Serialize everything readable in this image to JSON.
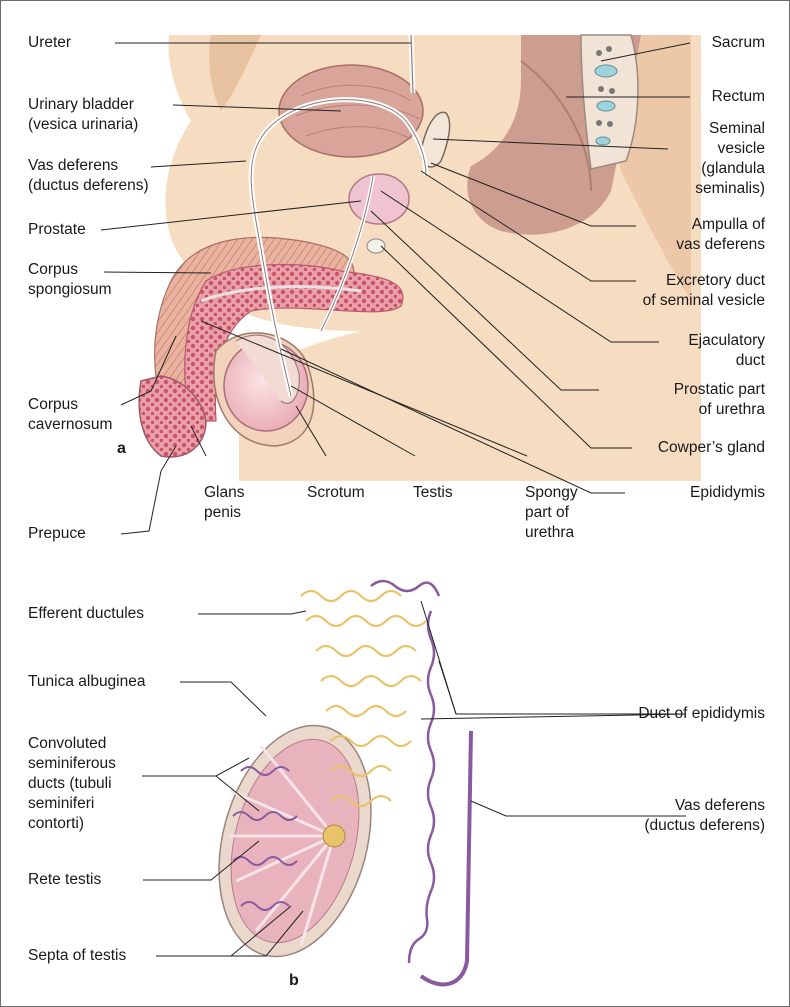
{
  "panel_a": {
    "letter": "a",
    "labels": {
      "ureter": "Ureter",
      "urinary_bladder": "Urinary bladder\n(vesica urinaria)",
      "vas_deferens": "Vas deferens\n(ductus deferens)",
      "prostate": "Prostate",
      "corpus_spongiosum": "Corpus\nspongiosum",
      "corpus_cavernosum": "Corpus\ncavernosum",
      "prepuce": "Prepuce",
      "glans_penis": "Glans\npenis",
      "scrotum": "Scrotum",
      "testis": "Testis",
      "spongy_urethra": "Spongy\npart of\nurethra",
      "sacrum": "Sacrum",
      "rectum": "Rectum",
      "seminal_vesicle": "Seminal\nvesicle\n(glandula\nseminalis)",
      "ampulla": "Ampulla of\nvas deferens",
      "excretory_duct": "Excretory duct\nof seminal vesicle",
      "ejaculatory_duct": "Ejaculatory\nduct",
      "prostatic_urethra": "Prostatic part\nof urethra",
      "cowpers_gland": "Cowper’s gland",
      "epididymis": "Epididymis"
    }
  },
  "panel_b": {
    "letter": "b",
    "labels": {
      "efferent_ductules": "Efferent ductules",
      "tunica_albuginea": "Tunica albuginea",
      "convoluted_ducts": "Convoluted\nseminiferous\nducts (tubuli\nseminiferi\ncontorti)",
      "rete_testis": "Rete testis",
      "septa": "Septa of testis",
      "duct_epididymis": "Duct of epididymis",
      "vas_deferens_b": "Vas deferens\n(ductus deferens)"
    }
  },
  "colors": {
    "skin": "#f6dcc0",
    "skin_dark": "#e3b896",
    "organ": "#d9a49a",
    "spongy": "#e9a0a8",
    "prostate": "#efc3cf",
    "testis": "#f3c9cf",
    "tubule_purple": "#8a5aa0",
    "efferent_yellow": "#e9c36a",
    "leader": "#222222"
  }
}
